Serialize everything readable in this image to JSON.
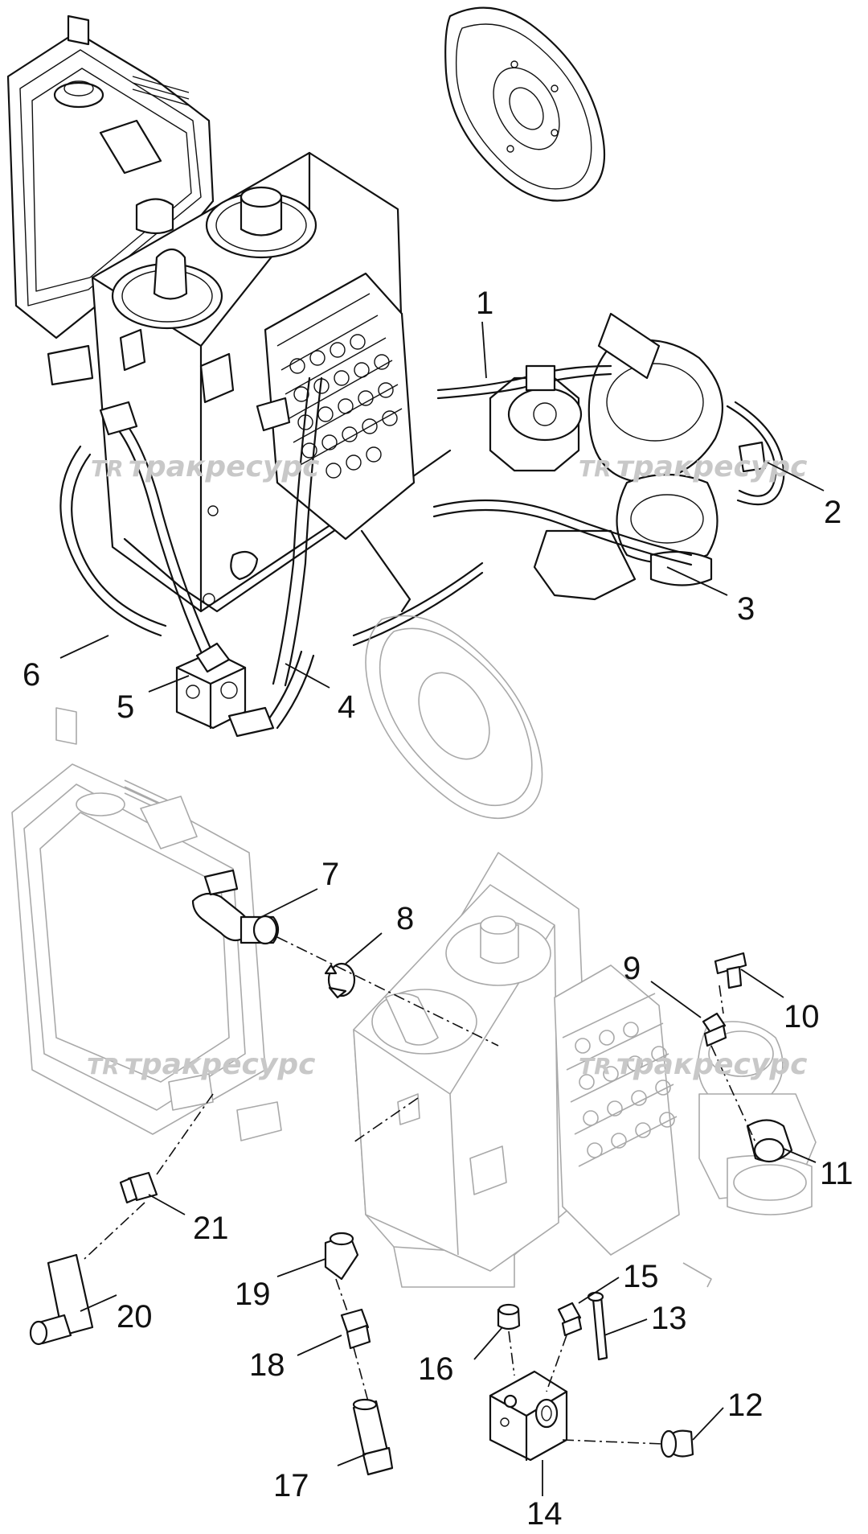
{
  "watermark": {
    "brand": "тракресурс",
    "logo": "TR"
  },
  "callouts": {
    "c1": "1",
    "c2": "2",
    "c3": "3",
    "c4": "4",
    "c5": "5",
    "c6": "6",
    "c7": "7",
    "c8": "8",
    "c9": "9",
    "c10": "10",
    "c11": "11",
    "c12": "12",
    "c13": "13",
    "c14": "14",
    "c15": "15",
    "c16": "16",
    "c17": "17",
    "c18": "18",
    "c19": "19",
    "c20": "20",
    "c21": "21"
  },
  "colors": {
    "line": "#111111",
    "ghost": "#a9a9a9",
    "watermark": "#c8c8c8"
  }
}
